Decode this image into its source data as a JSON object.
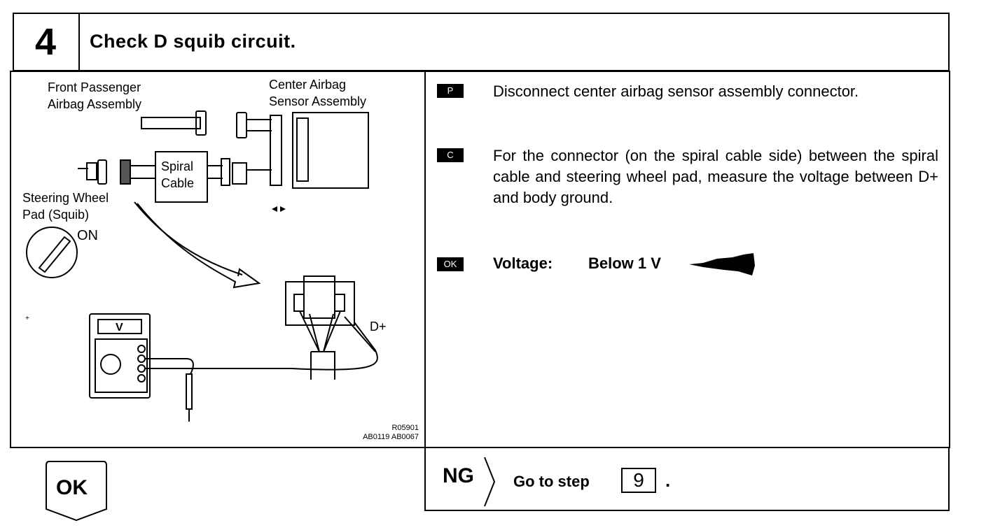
{
  "header": {
    "step_number": "4",
    "title": "Check D squib circuit."
  },
  "illustration": {
    "front_passenger_line1": "Front Passenger",
    "front_passenger_line2": "Airbag Assembly",
    "center_airbag_line1": "Center Airbag",
    "center_airbag_line2": "Sensor Assembly",
    "spiral_line1": "Spiral",
    "spiral_line2": "Cable",
    "steering_line1": "Steering Wheel",
    "steering_line2": "Pad (Squib)",
    "ignition": "ON",
    "meter_unit": "V",
    "terminal": "D+",
    "ref_line1": "R05901",
    "ref_line2": "AB0119 AB0067"
  },
  "instructions": [
    {
      "tag": "P",
      "text": "Disconnect center airbag sensor assembly connector."
    },
    {
      "tag": "C",
      "text": "For the connector (on the spiral cable side) between the spiral cable and steering wheel pad, measure the voltage between D+ and body ground."
    },
    {
      "tag": "OK",
      "label": "Voltage:",
      "value": "Below 1 V"
    }
  ],
  "ng": {
    "label": "NG",
    "goto_text": "Go to step",
    "step": "9",
    "period": "."
  },
  "ok": {
    "label": "OK"
  }
}
